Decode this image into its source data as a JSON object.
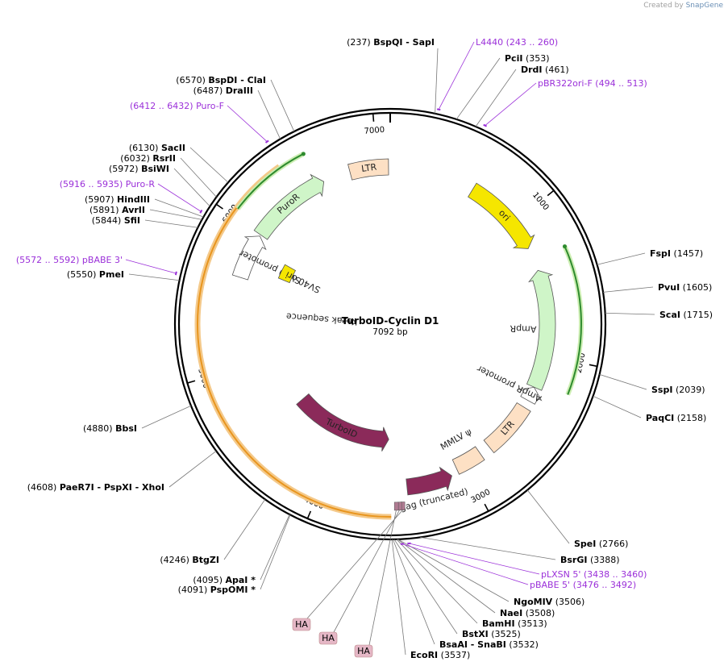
{
  "header": {
    "credit_prefix": "Created by",
    "credit_brand": "SnapGene"
  },
  "plasmid": {
    "name": "TurboID-Cyclin D1",
    "length_label": "7092 bp"
  },
  "colors": {
    "primer": "#9b30d9",
    "ori": "#f5e600",
    "ampr": "#cff5c8",
    "ltr": "#fde0c4",
    "turboid": "#8b2a5a",
    "ha": "#e5b7c6",
    "orange_track": "#e8951e",
    "green_track": "#2e8b2e"
  },
  "ticks": [
    {
      "label": "1000",
      "bp": 1000
    },
    {
      "label": "2000",
      "bp": 2000
    },
    {
      "label": "3000",
      "bp": 3000
    },
    {
      "label": "4000",
      "bp": 4000
    },
    {
      "label": "5000",
      "bp": 5000
    },
    {
      "label": "6000",
      "bp": 6000
    },
    {
      "label": "7000",
      "bp": 7000
    }
  ],
  "features": [
    {
      "name": "ori",
      "start": 620,
      "end": 1208,
      "dir": "cw",
      "color": "#f5e600",
      "label": "ori"
    },
    {
      "name": "ampr",
      "start": 1379,
      "end": 2239,
      "dir": "ccw",
      "color": "#cff5c8",
      "label": "AmpR"
    },
    {
      "name": "ampr-promoter",
      "start": 2240,
      "end": 2344,
      "dir": "ccw",
      "color": "#ffffff",
      "label": "AmpR promoter"
    },
    {
      "name": "ltr-3",
      "start": 2400,
      "end": 2780,
      "dir": "none",
      "color": "#fde0c4",
      "label": "LTR"
    },
    {
      "name": "mmlv-psi",
      "start": 2860,
      "end": 3060,
      "dir": "none",
      "color": "#fde0c4",
      "label": "MMLV ψ"
    },
    {
      "name": "gag-truncated",
      "start": 3110,
      "end": 3430,
      "dir": "ccw",
      "color": "#8b2a5a",
      "label": "gag (truncated)"
    },
    {
      "name": "turboid",
      "start": 3560,
      "end": 4520,
      "dir": "ccw",
      "color": "#8b2a5a",
      "label": "TurboID"
    },
    {
      "name": "kozak-sequence",
      "start": 5400,
      "end": 5420,
      "dir": "none",
      "color": "#888888",
      "label": "Kozak sequence"
    },
    {
      "name": "sv40-promoter",
      "start": 5660,
      "end": 5990,
      "dir": "cw",
      "color": "#ffffff",
      "label": "SV40 promoter"
    },
    {
      "name": "sv40-ori",
      "start": 5760,
      "end": 5900,
      "dir": "none",
      "color": "#f5e600",
      "label": "SV40 ori"
    },
    {
      "name": "puror",
      "start": 6000,
      "end": 6600,
      "dir": "cw",
      "color": "#cff5c8",
      "label": "PuroR"
    },
    {
      "name": "ltr-5",
      "start": 6800,
      "end": 7080,
      "dir": "none",
      "color": "#fde0c4",
      "label": "LTR"
    }
  ],
  "orange_track": {
    "start": 3540,
    "end": 6400
  },
  "green_tracks": [
    {
      "start": 1300,
      "end": 2200,
      "dir": "ccw"
    },
    {
      "start": 6050,
      "end": 6560,
      "dir": "cw"
    }
  ],
  "enzymes_right": [
    {
      "name": "BspQI - SapI",
      "pos": "(237)",
      "site": 237
    },
    {
      "name": "PciI",
      "pos": "(353)",
      "site": 353
    },
    {
      "name": "DrdI",
      "pos": "(461)",
      "site": 461
    },
    {
      "name": "FspI",
      "pos": "(1457)",
      "site": 1457
    },
    {
      "name": "PvuI",
      "pos": "(1605)",
      "site": 1605
    },
    {
      "name": "ScaI",
      "pos": "(1715)",
      "site": 1715
    },
    {
      "name": "SspI",
      "pos": "(2039)",
      "site": 2039
    },
    {
      "name": "PaqCI",
      "pos": "(2158)",
      "site": 2158
    },
    {
      "name": "SpeI",
      "pos": "(2766)",
      "site": 2766
    },
    {
      "name": "BsrGI",
      "pos": "(3388)",
      "site": 3388
    },
    {
      "name": "NgoMIV",
      "pos": "(3506)",
      "site": 3506
    },
    {
      "name": "NaeI",
      "pos": "(3508)",
      "site": 3508
    },
    {
      "name": "BamHI",
      "pos": "(3513)",
      "site": 3513
    },
    {
      "name": "BstXI",
      "pos": "(3525)",
      "site": 3525
    },
    {
      "name": "BsaAI - SnaBI",
      "pos": "(3532)",
      "site": 3532
    },
    {
      "name": "EcoRI",
      "pos": "(3537)",
      "site": 3537
    }
  ],
  "enzymes_left": [
    {
      "name": "BspDI - ClaI",
      "pos": "(6570)",
      "site": 6570
    },
    {
      "name": "DraIII",
      "pos": "(6487)",
      "site": 6487
    },
    {
      "name": "SacII",
      "pos": "(6130)",
      "site": 6130
    },
    {
      "name": "RsrII",
      "pos": "(6032)",
      "site": 6032
    },
    {
      "name": "BsiWI",
      "pos": "(5972)",
      "site": 5972
    },
    {
      "name": "HindIII",
      "pos": "(5907)",
      "site": 5907
    },
    {
      "name": "AvrII",
      "pos": "(5891)",
      "site": 5891
    },
    {
      "name": "SfiI",
      "pos": "(5844)",
      "site": 5844
    },
    {
      "name": "PmeI",
      "pos": "(5550)",
      "site": 5550
    },
    {
      "name": "BbsI",
      "pos": "(4880)",
      "site": 4880
    },
    {
      "name": "PaeR7I - PspXI - XhoI",
      "pos": "(4608)",
      "site": 4608
    },
    {
      "name": "BtgZI",
      "pos": "(4246)",
      "site": 4246
    },
    {
      "name": "ApaI *",
      "pos": "(4095)",
      "site": 4095
    },
    {
      "name": "PspOMI *",
      "pos": "(4091)",
      "site": 4091
    }
  ],
  "primers": [
    {
      "name": "L4440",
      "range": "(243 .. 260)",
      "site": 251
    },
    {
      "name": "pBR322ori-F",
      "range": "(494 .. 513)",
      "site": 503
    },
    {
      "name": "pLXSN 5'",
      "range": "(3438 .. 3460)",
      "site": 3449
    },
    {
      "name": "pBABE 5'",
      "range": "(3476 .. 3492)",
      "site": 3484
    },
    {
      "name": "pBABE 3'",
      "range": "(5572 .. 5592)",
      "site": 5582
    },
    {
      "name": "Puro-R",
      "range": "(5916 .. 5935)",
      "site": 5925
    },
    {
      "name": "Puro-F",
      "range": "(6412 .. 6432)",
      "site": 6422
    }
  ],
  "ha_tags": [
    {
      "label": "HA",
      "site": 3470
    },
    {
      "label": "HA",
      "site": 3490
    },
    {
      "label": "HA",
      "site": 3510
    }
  ]
}
